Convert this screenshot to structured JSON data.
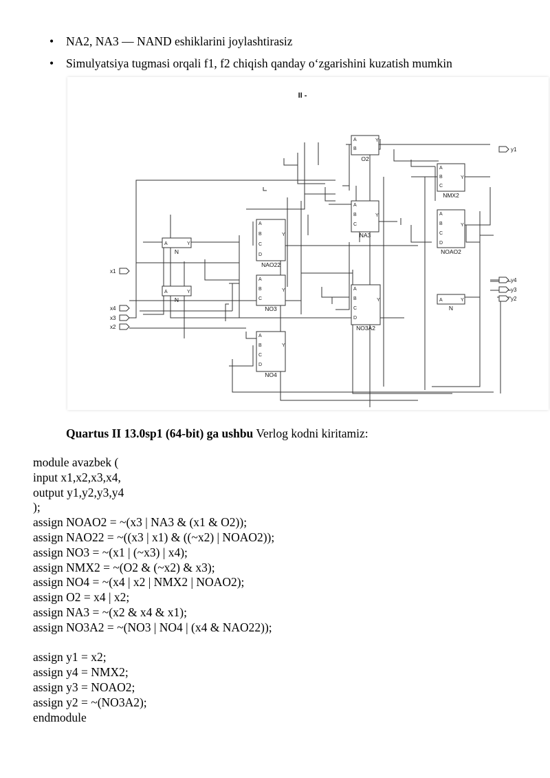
{
  "bullets": [
    "NA2, NA3 — NAND eshiklarini joylashtirasiz",
    "Simulyatsiya tugmasi orqali f1, f2 chiqish qanday o‘zgarishini kuzatish mumkin"
  ],
  "bullet_symbol": "•",
  "figure": {
    "title": "II -",
    "inputs": [
      "x1",
      "x4",
      "x3",
      "x2"
    ],
    "outputs": [
      "y1",
      "y4",
      "y3",
      "y2"
    ],
    "gates": [
      {
        "name": "O2",
        "pins": [
          "A",
          "B"
        ]
      },
      {
        "name": "NMX2",
        "pins": [
          "A",
          "B",
          "C"
        ]
      },
      {
        "name": "NA3",
        "pins": [
          "A",
          "B",
          "C"
        ]
      },
      {
        "name": "NOAO2",
        "pins": [
          "A",
          "B",
          "C",
          "D"
        ]
      },
      {
        "name": "NAO22",
        "pins": [
          "A",
          "B",
          "C",
          "D"
        ]
      },
      {
        "name": "N",
        "pins": [
          "A"
        ]
      },
      {
        "name": "N",
        "pins": [
          "A"
        ]
      },
      {
        "name": "NO3",
        "pins": [
          "A",
          "B",
          "C"
        ]
      },
      {
        "name": "NO3A2",
        "pins": [
          "A",
          "B",
          "C",
          "D"
        ]
      },
      {
        "name": "N",
        "pins": [
          "A"
        ]
      },
      {
        "name": "NO4",
        "pins": [
          "A",
          "B",
          "C",
          "D"
        ]
      }
    ],
    "output_pin": "Y"
  },
  "caption": {
    "bold": "Quartus II 13.0sp1 (64-bit) ga ushbu",
    "normal": " Verlog kodni kiritamiz:"
  },
  "code_lines": [
    "module avazbek (",
    "input x1,x2,x3,x4,",
    "output y1,y2,y3,y4",
    ");",
    "assign NOAO2 = ~(x3 | NA3 & (x1 & O2));",
    "assign NAO22 = ~((x3 | x1) & ((~x2) | NOAO2));",
    "assign NO3 = ~(x1 | (~x3) | x4);",
    "assign NMX2 = ~(O2 & (~x2) & x3);",
    "assign NO4 = ~(x4 | x2 | NMX2 | NOAO2);",
    "assign O2 = x4 | x2;",
    "assign NA3 = ~(x2 & x4 & x1);",
    "assign NO3A2 = ~(NO3 | NO4 | (x4 & NAO22));",
    "",
    "assign y1 = x2;",
    "assign y4 = NMX2;",
    "assign y3 = NOAO2;",
    "assign y2 = ~(NO3A2);",
    "endmodule"
  ]
}
